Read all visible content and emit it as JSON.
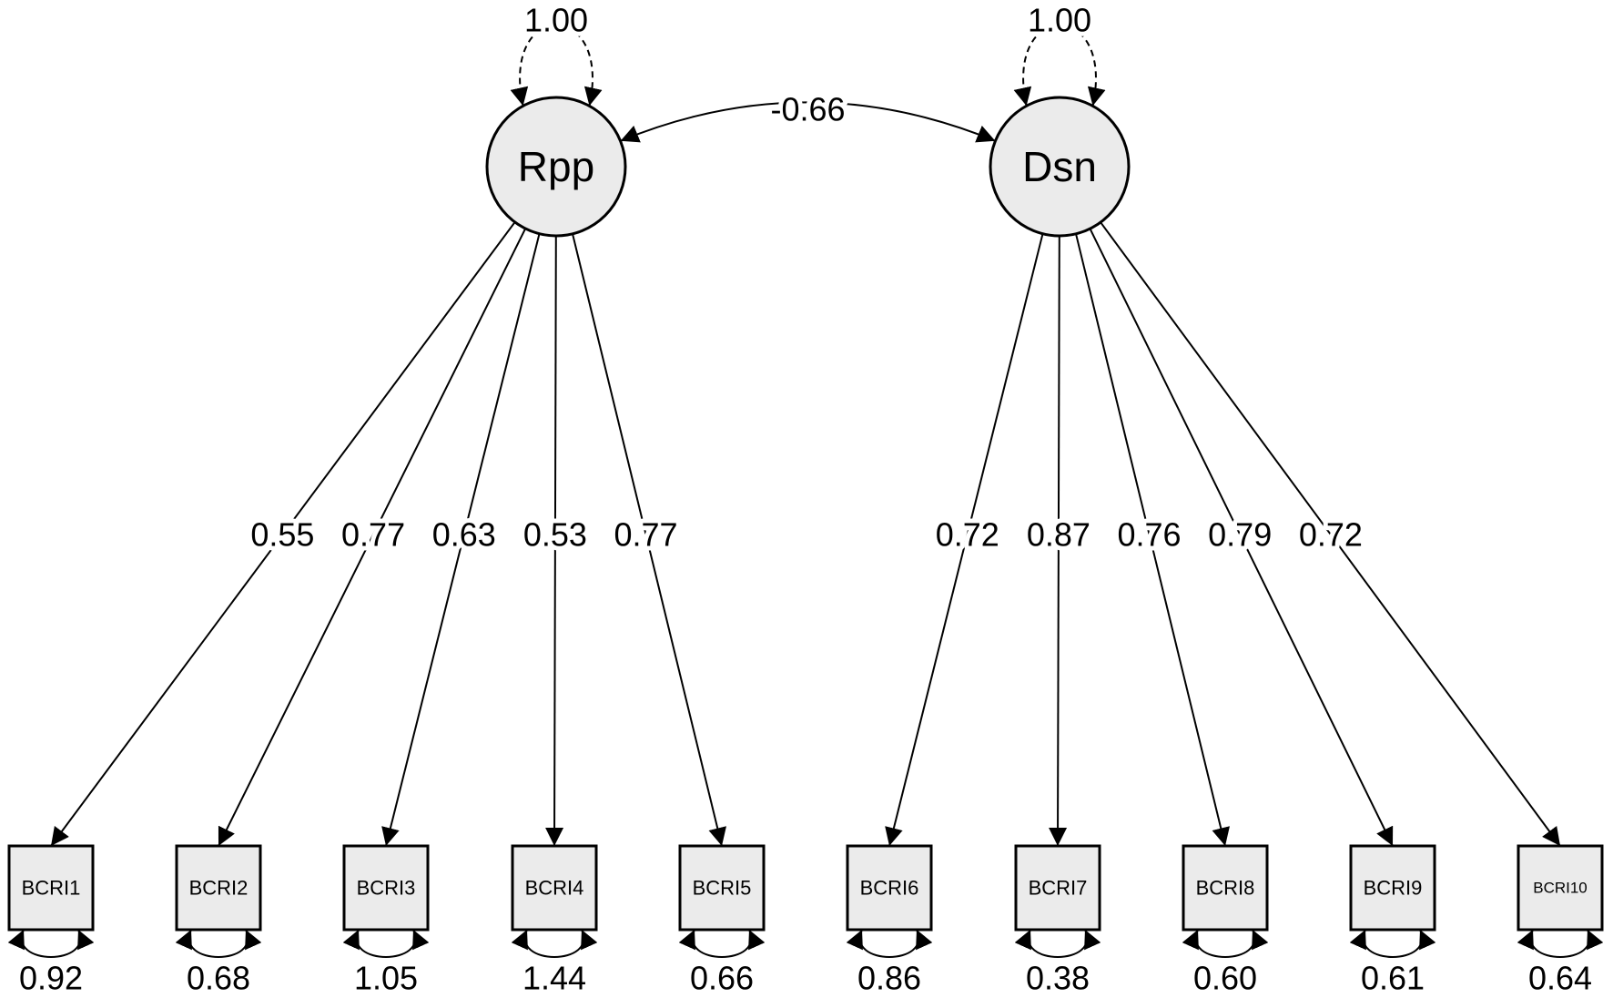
{
  "latents": [
    {
      "id": "rpp",
      "label": "Rpp",
      "variance": "1.00"
    },
    {
      "id": "dsn",
      "label": "Dsn",
      "variance": "1.00"
    }
  ],
  "covariance": {
    "label": "-0.66"
  },
  "indicators": [
    {
      "id": "bcri1",
      "label": "BCRI1",
      "factor": "rpp",
      "loading": "0.55",
      "residual": "0.92"
    },
    {
      "id": "bcri2",
      "label": "BCRI2",
      "factor": "rpp",
      "loading": "0.77",
      "residual": "0.68"
    },
    {
      "id": "bcri3",
      "label": "BCRI3",
      "factor": "rpp",
      "loading": "0.63",
      "residual": "1.05"
    },
    {
      "id": "bcri4",
      "label": "BCRI4",
      "factor": "rpp",
      "loading": "0.53",
      "residual": "1.44"
    },
    {
      "id": "bcri5",
      "label": "BCRI5",
      "factor": "rpp",
      "loading": "0.77",
      "residual": "0.66"
    },
    {
      "id": "bcri6",
      "label": "BCRI6",
      "factor": "dsn",
      "loading": "0.72",
      "residual": "0.86"
    },
    {
      "id": "bcri7",
      "label": "BCRI7",
      "factor": "dsn",
      "loading": "0.87",
      "residual": "0.38"
    },
    {
      "id": "bcri8",
      "label": "BCRI8",
      "factor": "dsn",
      "loading": "0.76",
      "residual": "0.60"
    },
    {
      "id": "bcri9",
      "label": "BCRI9",
      "factor": "dsn",
      "loading": "0.79",
      "residual": "0.61"
    },
    {
      "id": "bcri10",
      "label": "BCRI10",
      "factor": "dsn",
      "loading": "0.72",
      "residual": "0.64"
    }
  ]
}
